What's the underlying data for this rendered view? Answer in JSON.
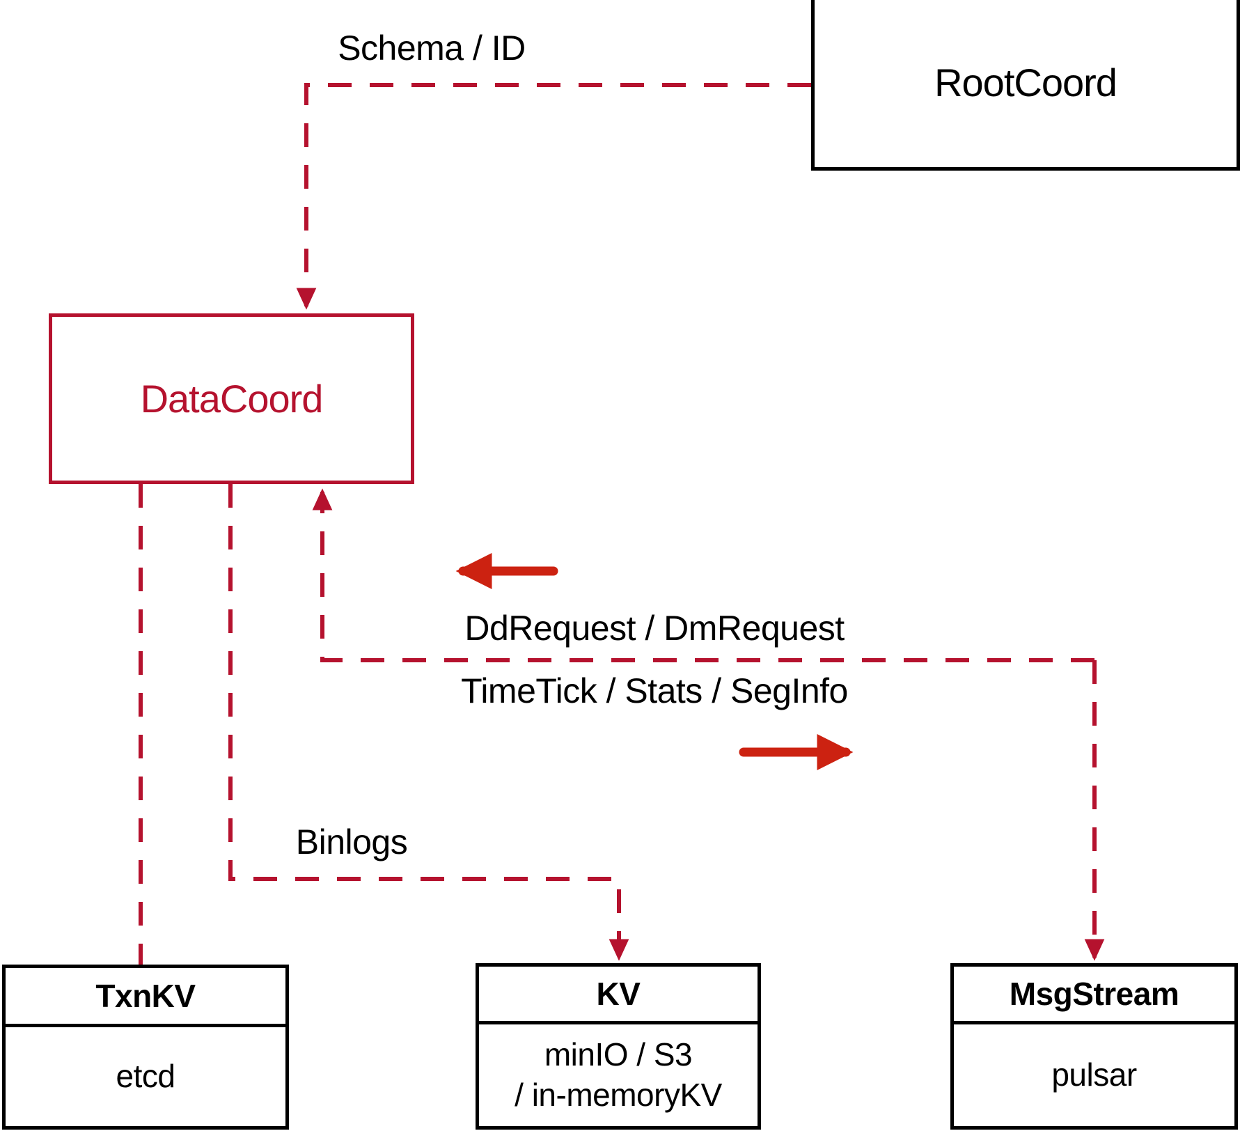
{
  "diagram": {
    "title": "DataCoord component interaction diagram",
    "colors": {
      "dashed_edge": "#B5122E",
      "solid_arrow": "#CC2211",
      "node_border_black": "#000000",
      "node_border_red": "#B5122E",
      "datacoord_text": "#B5122E",
      "background": "#FFFFFF"
    }
  },
  "nodes": {
    "rootcoord": {
      "label": "RootCoord"
    },
    "datacoord": {
      "label": "DataCoord"
    },
    "txnkv": {
      "title": "TxnKV",
      "body_lines": [
        "etcd"
      ]
    },
    "kv": {
      "title": "KV",
      "body_lines": [
        "minIO / S3",
        "/ in-memoryKV"
      ]
    },
    "msgstream": {
      "title": "MsgStream",
      "body_lines": [
        "pulsar"
      ]
    }
  },
  "edges": {
    "schema_id": {
      "label": "Schema / ID"
    },
    "dd_dm_request": {
      "label": "DdRequest / DmRequest"
    },
    "timetick_stats_seginfo": {
      "label": "TimeTick / Stats / SegInfo"
    },
    "binlogs": {
      "label": "Binlogs"
    }
  },
  "arrows": {
    "incoming_msgstream": {
      "name": "arrow-left-incoming",
      "direction": "left"
    },
    "outgoing_msgstream": {
      "name": "arrow-right-outgoing",
      "direction": "right"
    }
  }
}
